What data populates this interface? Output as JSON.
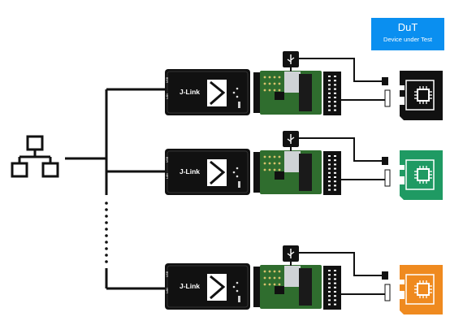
{
  "dut_badge": {
    "title": "DuT",
    "subtitle": "Device under Test",
    "color": "#0a8ff0"
  },
  "probe_label": "J-Link",
  "probe_side_labels": [
    "USB",
    "LAN"
  ],
  "network_icon": "network-topology-icon",
  "usb_icon": "usb-icon",
  "target_boards": [
    {
      "name": "target-board-1",
      "color": "#111111"
    },
    {
      "name": "target-board-2",
      "color": "#1f9a63"
    },
    {
      "name": "target-board-3",
      "color": "#ef8a1f"
    }
  ],
  "adapter_colors": {
    "pcb": "#2f6d2e",
    "header": "#111111",
    "usb_plug": "#cfd3d6"
  }
}
